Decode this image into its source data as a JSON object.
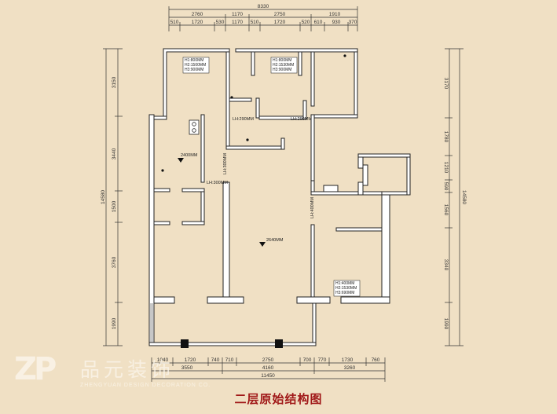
{
  "drawing_title": "二层原始结构图",
  "logo": {
    "mark": "ZP",
    "name_cn": "品元装饰",
    "name_en": "ZHENGYUAN DESIGN DECORATION CO."
  },
  "dims": {
    "top_total": "8330",
    "top_mid": [
      "2760",
      "1170",
      "2750",
      "1910"
    ],
    "top_detail": [
      "510",
      "1720",
      "530",
      "1170",
      "510",
      "1720",
      "520",
      "610",
      "930",
      "370"
    ],
    "bottom_detail": [
      "1040",
      "1720",
      "740",
      "710",
      "2750",
      "700",
      "770",
      "1730",
      "760"
    ],
    "bottom_mid": [
      "3550",
      "4160",
      "3260"
    ],
    "bottom_total": "11450",
    "left_total": "14580",
    "left": [
      "3150",
      "3440",
      "1500",
      "3760",
      "1990"
    ],
    "right_total": "14580",
    "right": [
      "3170",
      "1780",
      "1210",
      "590",
      "1560",
      "3340",
      "1990"
    ]
  },
  "room_tags": {
    "a": [
      "H1:800MM",
      "H2:1500MM",
      "H3:900MM"
    ],
    "b": [
      "H1:800MM",
      "H2:1530MM",
      "H3:900MM"
    ],
    "c": [
      "H1:400MM",
      "H2:1530MM",
      "H3:690MM"
    ]
  },
  "beams": {
    "b1": "LH:290MM",
    "b2": "LH:290MM",
    "b3": "LH:300MM",
    "b4": "LH:300MM",
    "b5": "LH:400MM"
  },
  "levels": {
    "l1": "2400MM",
    "l2": "2640MM"
  },
  "colors": {
    "background": "#f0e0c4",
    "wall": "#ffffff",
    "line": "#222222",
    "title": "#a01818"
  }
}
